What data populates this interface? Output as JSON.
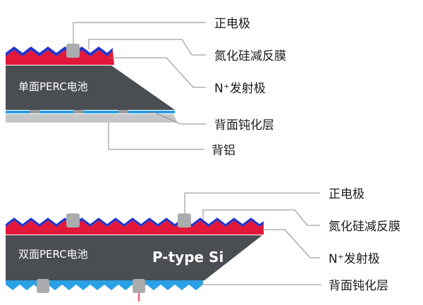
{
  "top_cell": {
    "name": "单面PERC电池",
    "labels": {
      "front_electrode": "正电极",
      "antireflection": "氮化硅减反膜",
      "n_emitter": "N⁺发射极",
      "rear_passivation": "背面钝化层",
      "back_aluminum": "背铝"
    }
  },
  "bottom_cell": {
    "name": "双面PERC电池",
    "substrate": "P-type Si",
    "labels": {
      "front_electrode": "正电极",
      "antireflection": "氮化硅减反膜",
      "n_emitter": "N⁺发射极",
      "rear_passivation": "背面钝化层"
    }
  },
  "colors": {
    "silicon": "#4a4d52",
    "nitride": "#2233c8",
    "emitter": "#e2173a",
    "passivation": "#2aa0e6",
    "aluminum": "#c4c6c8",
    "electrode": "#a9abad",
    "leader": "#8a8a8a"
  }
}
